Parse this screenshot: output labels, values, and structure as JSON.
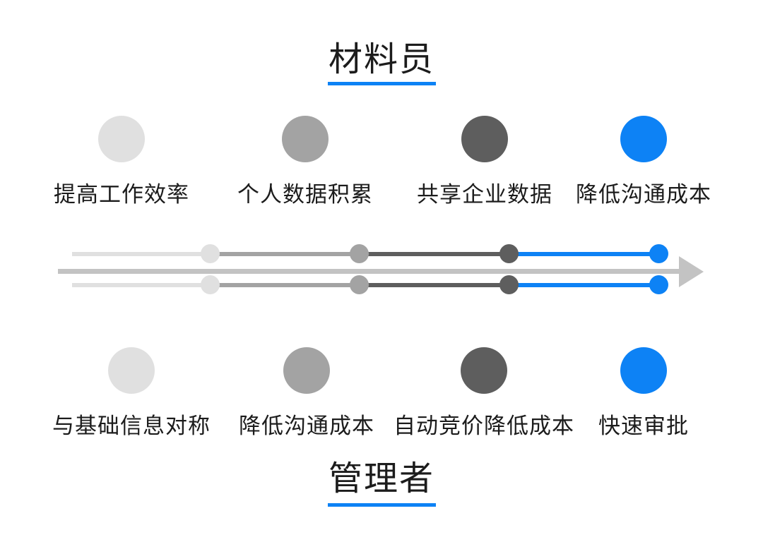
{
  "palette": {
    "stage1": "#e0e0e0",
    "stage2": "#a3a3a3",
    "stage3": "#5e5e5e",
    "stage4": "#0d82f5",
    "arrow": "#c3c3c3",
    "accent": "#0d82f5",
    "text": "#1c1c1c"
  },
  "top_section": {
    "title": "材料员",
    "items": [
      {
        "label": "提高工作效率",
        "color": "#e0e0e0"
      },
      {
        "label": "个人数据积累",
        "color": "#a3a3a3"
      },
      {
        "label": "共享企业数据",
        "color": "#5e5e5e"
      },
      {
        "label": "降低沟通成本",
        "color": "#0d82f5"
      }
    ]
  },
  "bottom_section": {
    "title": "管理者",
    "items": [
      {
        "label": "与基础信息对称",
        "color": "#e0e0e0"
      },
      {
        "label": "降低沟通成本",
        "color": "#a3a3a3"
      },
      {
        "label": "自动竞价降低成本",
        "color": "#5e5e5e"
      },
      {
        "label": "快速审批",
        "color": "#0d82f5"
      }
    ]
  },
  "timeline": {
    "segments": [
      {
        "color": "#e0e0e0"
      },
      {
        "color": "#a3a3a3"
      },
      {
        "color": "#5e5e5e"
      },
      {
        "color": "#0d82f5"
      }
    ],
    "dots": [
      {
        "color": "#e0e0e0"
      },
      {
        "color": "#a3a3a3"
      },
      {
        "color": "#5e5e5e"
      },
      {
        "color": "#0d82f5"
      }
    ],
    "arrow_color": "#c3c3c3"
  }
}
